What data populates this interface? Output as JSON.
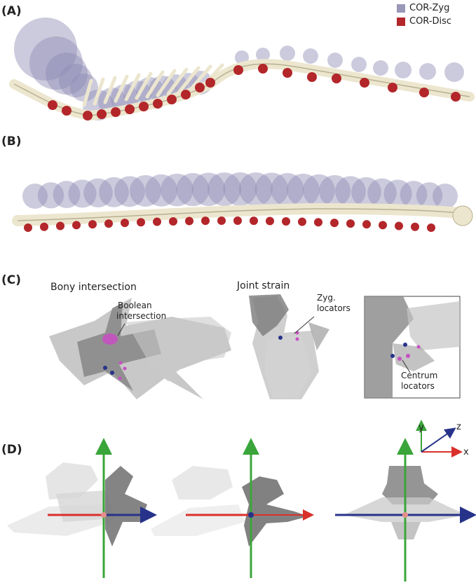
{
  "panels": {
    "a": "(A)",
    "b": "(B)",
    "c": "(C)",
    "d": "(D)"
  },
  "legend": {
    "items": [
      {
        "label": "COR-Zyg",
        "color": "#9a98b8"
      },
      {
        "label": "COR-Disc",
        "color": "#b3262a"
      }
    ]
  },
  "panel_c": {
    "title_left": "Bony intersection",
    "title_mid": "Joint strain",
    "annotation_boolean_1": "Boolean",
    "annotation_boolean_2": "intersection",
    "annotation_zyg_1": "Zyg.",
    "annotation_zyg_2": "locators",
    "annotation_centrum_1": "Centrum",
    "annotation_centrum_2": "locators"
  },
  "axes": {
    "y": "y",
    "z": "z",
    "x": "x"
  },
  "colors": {
    "bone": "#ece6cf",
    "bone_edge": "#b9b091",
    "zyg_sphere": "#8f8cb3",
    "disc_sphere": "#b3262a",
    "gray_bone": "#8c8c8c",
    "axis_green": "#3aa53a",
    "axis_red": "#d9302b",
    "axis_blue": "#27338a",
    "magenta": "#c750c2"
  }
}
